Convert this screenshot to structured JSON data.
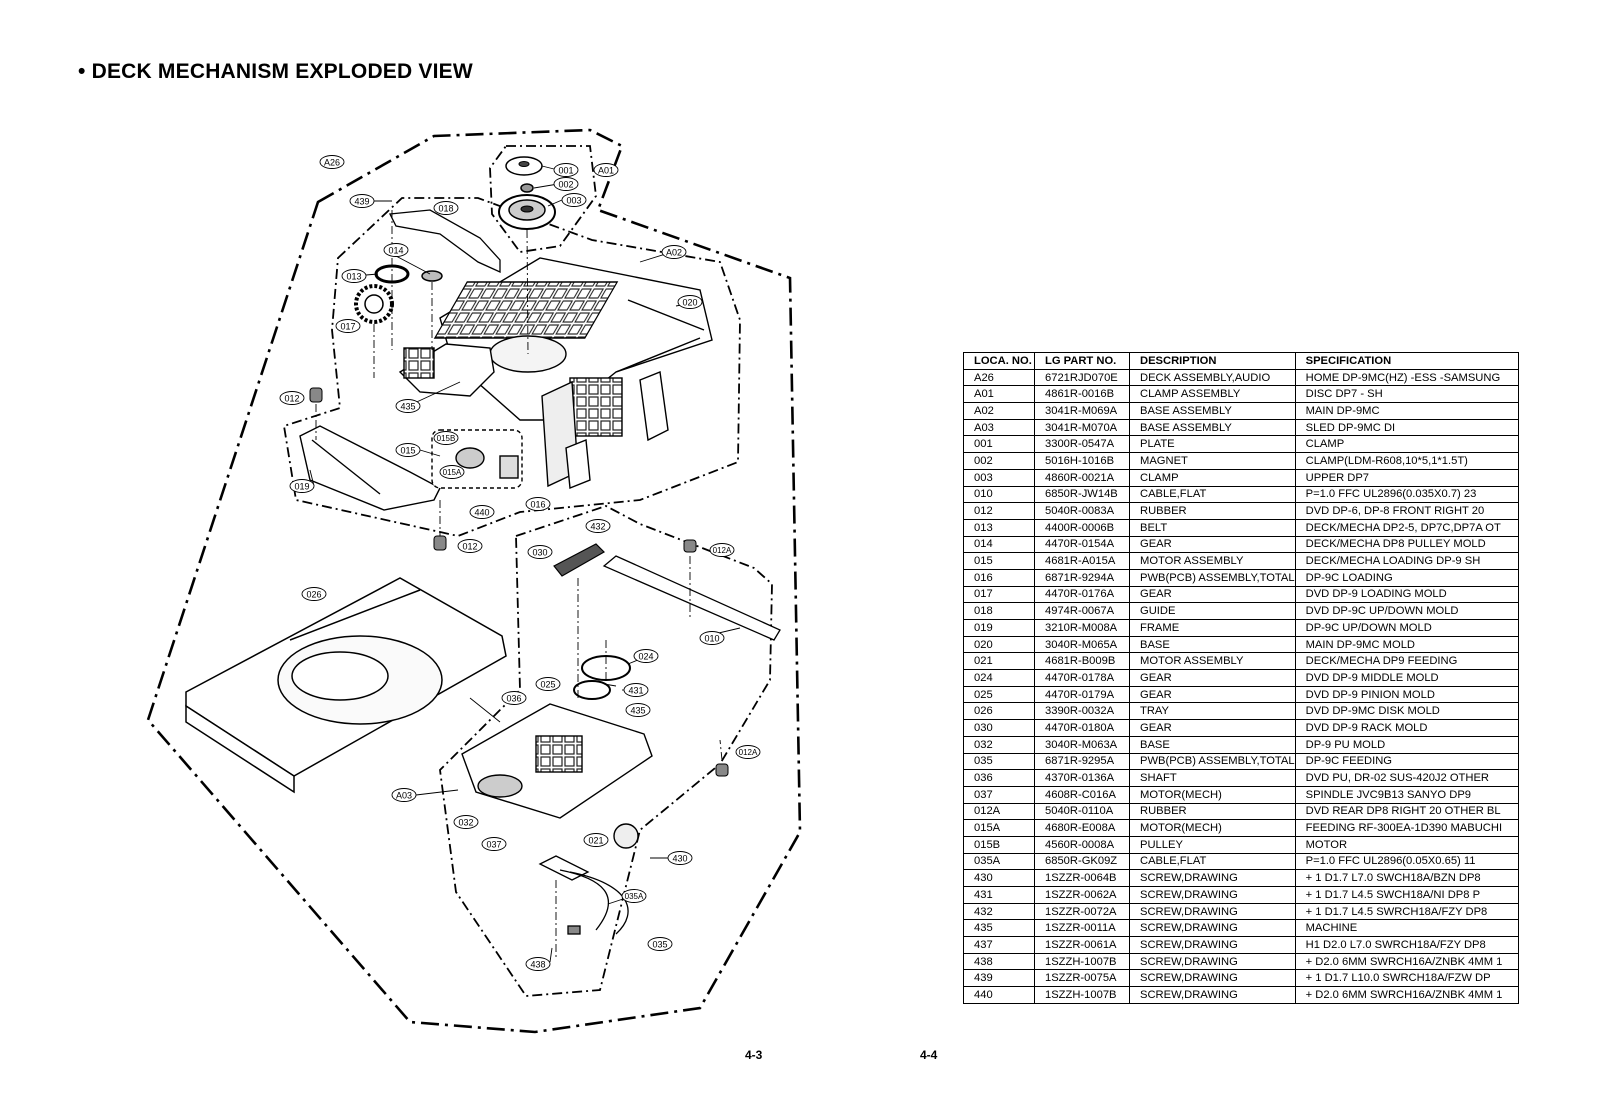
{
  "page": {
    "title": "• DECK MECHANISM EXPLODED VIEW",
    "page_left": "4-3",
    "page_right": "4-4"
  },
  "callouts": {
    "A26": "A26",
    "A01": "A01",
    "A02": "A02",
    "A03": "A03",
    "c001": "001",
    "c002": "002",
    "c003": "003",
    "c010": "010",
    "c012": "012",
    "c012b": "012",
    "c012A": "012A",
    "c012Ab": "012A",
    "c013": "013",
    "c014": "014",
    "c015": "015",
    "c015A": "015A",
    "c015B": "015B",
    "c016": "016",
    "c017": "017",
    "c018": "018",
    "c019": "019",
    "c020": "020",
    "c021": "021",
    "c024": "024",
    "c025": "025",
    "c026": "026",
    "c030": "030",
    "c032": "032",
    "c035": "035",
    "c035A": "035A",
    "c036": "036",
    "c037": "037",
    "c430": "430",
    "c431": "431",
    "c432": "432",
    "c435": "435",
    "c435b": "435",
    "c438": "438",
    "c439": "439",
    "c440": "440"
  },
  "parts_table": {
    "headers": [
      "LOCA. NO.",
      "LG PART NO.",
      "DESCRIPTION",
      "SPECIFICATION"
    ],
    "rows": [
      [
        "A26",
        "6721RJD070E",
        "DECK ASSEMBLY,AUDIO",
        "HOME DP-9MC(HZ) -ESS -SAMSUNG"
      ],
      [
        "A01",
        "4861R-0016B",
        "CLAMP ASSEMBLY",
        "DISC DP7 - SH"
      ],
      [
        "A02",
        "3041R-M069A",
        "BASE ASSEMBLY",
        "MAIN  DP-9MC"
      ],
      [
        "A03",
        "3041R-M070A",
        "BASE ASSEMBLY",
        "SLED  DP-9MC DI"
      ],
      [
        "001",
        "3300R-0547A",
        "PLATE",
        "CLAMP"
      ],
      [
        "002",
        "5016H-1016B",
        "MAGNET",
        "CLAMP(LDM-R608,10*5,1*1.5T)"
      ],
      [
        "003",
        "4860R-0021A",
        "CLAMP",
        "UPPER DP7"
      ],
      [
        "010",
        "6850R-JW14B",
        "CABLE,FLAT",
        "P=1.0 FFC UL2896(0.035X0.7) 23"
      ],
      [
        "012",
        "5040R-0083A",
        "RUBBER",
        "DVD DP-6, DP-8 FRONT RIGHT 20"
      ],
      [
        "013",
        "4400R-0006B",
        "BELT",
        "DECK/MECHA DP2-5, DP7C,DP7A OT"
      ],
      [
        "014",
        "4470R-0154A",
        "GEAR",
        "DECK/MECHA DP8 PULLEY MOLD"
      ],
      [
        "015",
        "4681R-A015A",
        "MOTOR ASSEMBLY",
        "DECK/MECHA LOADING DP-9 SH"
      ],
      [
        "016",
        "6871R-9294A",
        "PWB(PCB) ASSEMBLY,TOTAL",
        "DP-9C  LOADING"
      ],
      [
        "017",
        "4470R-0176A",
        "GEAR",
        "DVD DP-9 LOADING  MOLD"
      ],
      [
        "018",
        "4974R-0067A",
        "GUIDE",
        "DVD DP-9C UP/DOWN MOLD"
      ],
      [
        "019",
        "3210R-M008A",
        "FRAME",
        "DP-9C UP/DOWN MOLD"
      ],
      [
        "020",
        "3040R-M065A",
        "BASE",
        "MAIN DP-9MC MOLD"
      ],
      [
        "021",
        "4681R-B009B",
        "MOTOR ASSEMBLY",
        "DECK/MECHA DP9 FEEDING"
      ],
      [
        "024",
        "4470R-0178A",
        "GEAR",
        "DVD DP-9 MIDDLE MOLD"
      ],
      [
        "025",
        "4470R-0179A",
        "GEAR",
        "DVD DP-9 PINION  MOLD"
      ],
      [
        "026",
        "3390R-0032A",
        "TRAY",
        "DVD DP-9MC DISK MOLD"
      ],
      [
        "030",
        "4470R-0180A",
        "GEAR",
        "DVD DP-9 RACK MOLD"
      ],
      [
        "032",
        "3040R-M063A",
        "BASE",
        "DP-9 PU MOLD"
      ],
      [
        "035",
        "6871R-9295A",
        "PWB(PCB) ASSEMBLY,TOTAL",
        "DP-9C FEEDING"
      ],
      [
        "036",
        "4370R-0136A",
        "SHAFT",
        "DVD PU, DR-02 SUS-420J2 OTHER"
      ],
      [
        "037",
        "4608R-C016A",
        "MOTOR(MECH)",
        "SPINDLE JVC9B13 SANYO DP9"
      ],
      [
        "012A",
        "5040R-0110A",
        "RUBBER",
        "DVD REAR DP8 RIGHT 20 OTHER BL"
      ],
      [
        "015A",
        "4680R-E008A",
        "MOTOR(MECH)",
        "FEEDING RF-300EA-1D390 MABUCHI"
      ],
      [
        "015B",
        "4560R-0008A",
        "PULLEY",
        "MOTOR"
      ],
      [
        "035A",
        "6850R-GK09Z",
        "CABLE,FLAT",
        "P=1.0 FFC UL2896(0.05X0.65) 11"
      ],
      [
        "430",
        "1SZZR-0064B",
        "SCREW,DRAWING",
        "+ 1 D1.7 L7.0 SWCH18A/BZN DP8"
      ],
      [
        "431",
        "1SZZR-0062A",
        "SCREW,DRAWING",
        "+ 1 D1.7 L4.5 SWCH18A/NI DP8 P"
      ],
      [
        "432",
        "1SZZR-0072A",
        "SCREW,DRAWING",
        "+ 1 D1.7 L4.5 SWRCH18A/FZY DP8"
      ],
      [
        "435",
        "1SZZR-0011A",
        "SCREW,DRAWING",
        "MACHINE"
      ],
      [
        "437",
        "1SZZR-0061A",
        "SCREW,DRAWING",
        "H1 D2.0 L7.0 SWRCH18A/FZY DP8"
      ],
      [
        "438",
        "1SZZH-1007B",
        "SCREW,DRAWING",
        "+ D2.0 6MM SWRCH16A/ZNBK 4MM 1"
      ],
      [
        "439",
        "1SZZR-0075A",
        "SCREW,DRAWING",
        "+ 1 D1.7 L10.0 SWRCH18A/FZW DP"
      ],
      [
        "440",
        "1SZZH-1007B",
        "SCREW,DRAWING",
        "+ D2.0 6MM SWRCH16A/ZNBK 4MM 1"
      ]
    ]
  }
}
